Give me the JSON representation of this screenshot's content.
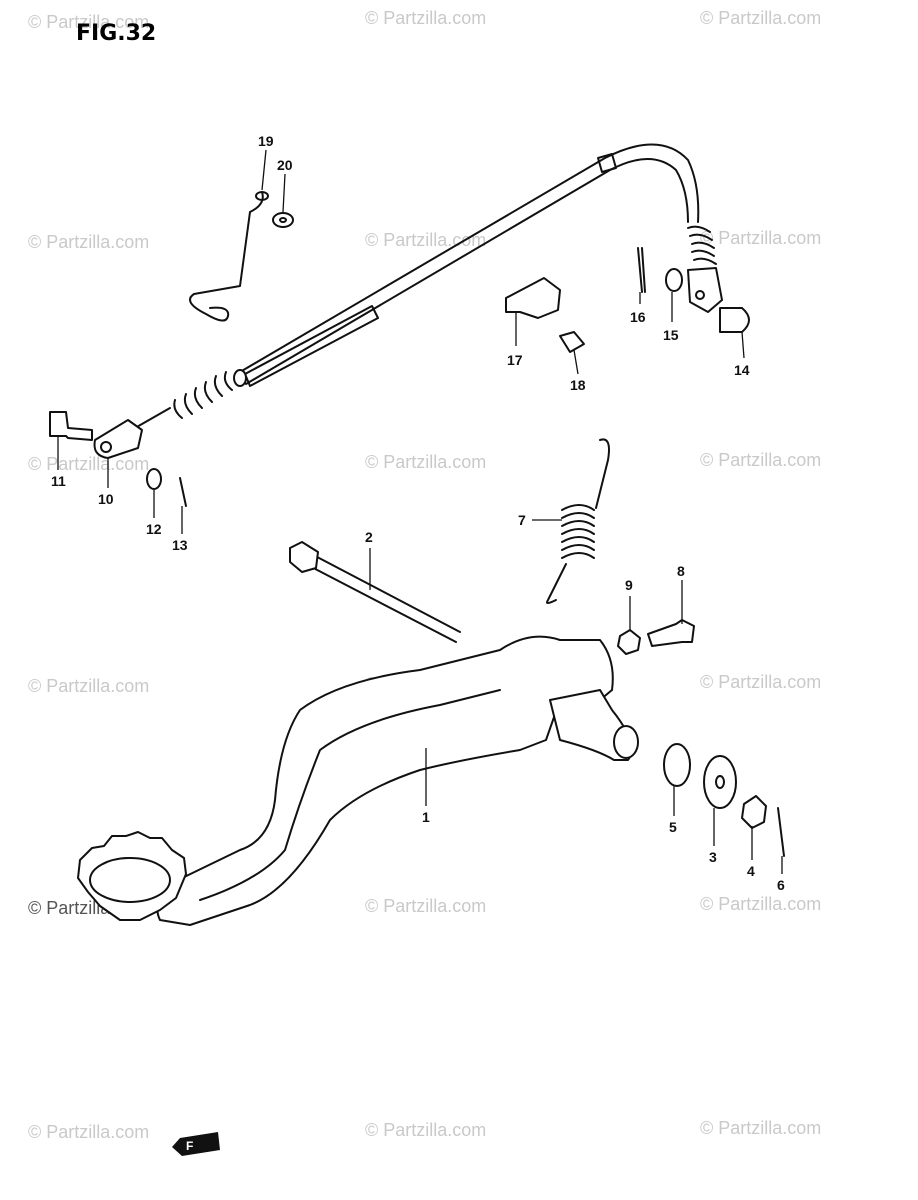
{
  "figure": {
    "title": "FIG.32"
  },
  "watermark": {
    "text": "© Partzilla.com"
  },
  "callouts": {
    "c1": "1",
    "c2": "2",
    "c3": "3",
    "c4": "4",
    "c5": "5",
    "c6": "6",
    "c7": "7",
    "c8": "8",
    "c9": "9",
    "c10": "10",
    "c11": "11",
    "c12": "12",
    "c13": "13",
    "c14": "14",
    "c15": "15",
    "c16": "16",
    "c17": "17",
    "c18": "18",
    "c19": "19",
    "c20": "20"
  },
  "front_arrow": {
    "label": "F"
  },
  "colors": {
    "ink": "#111111",
    "watermark": "#c9c9c9",
    "background": "#ffffff"
  }
}
